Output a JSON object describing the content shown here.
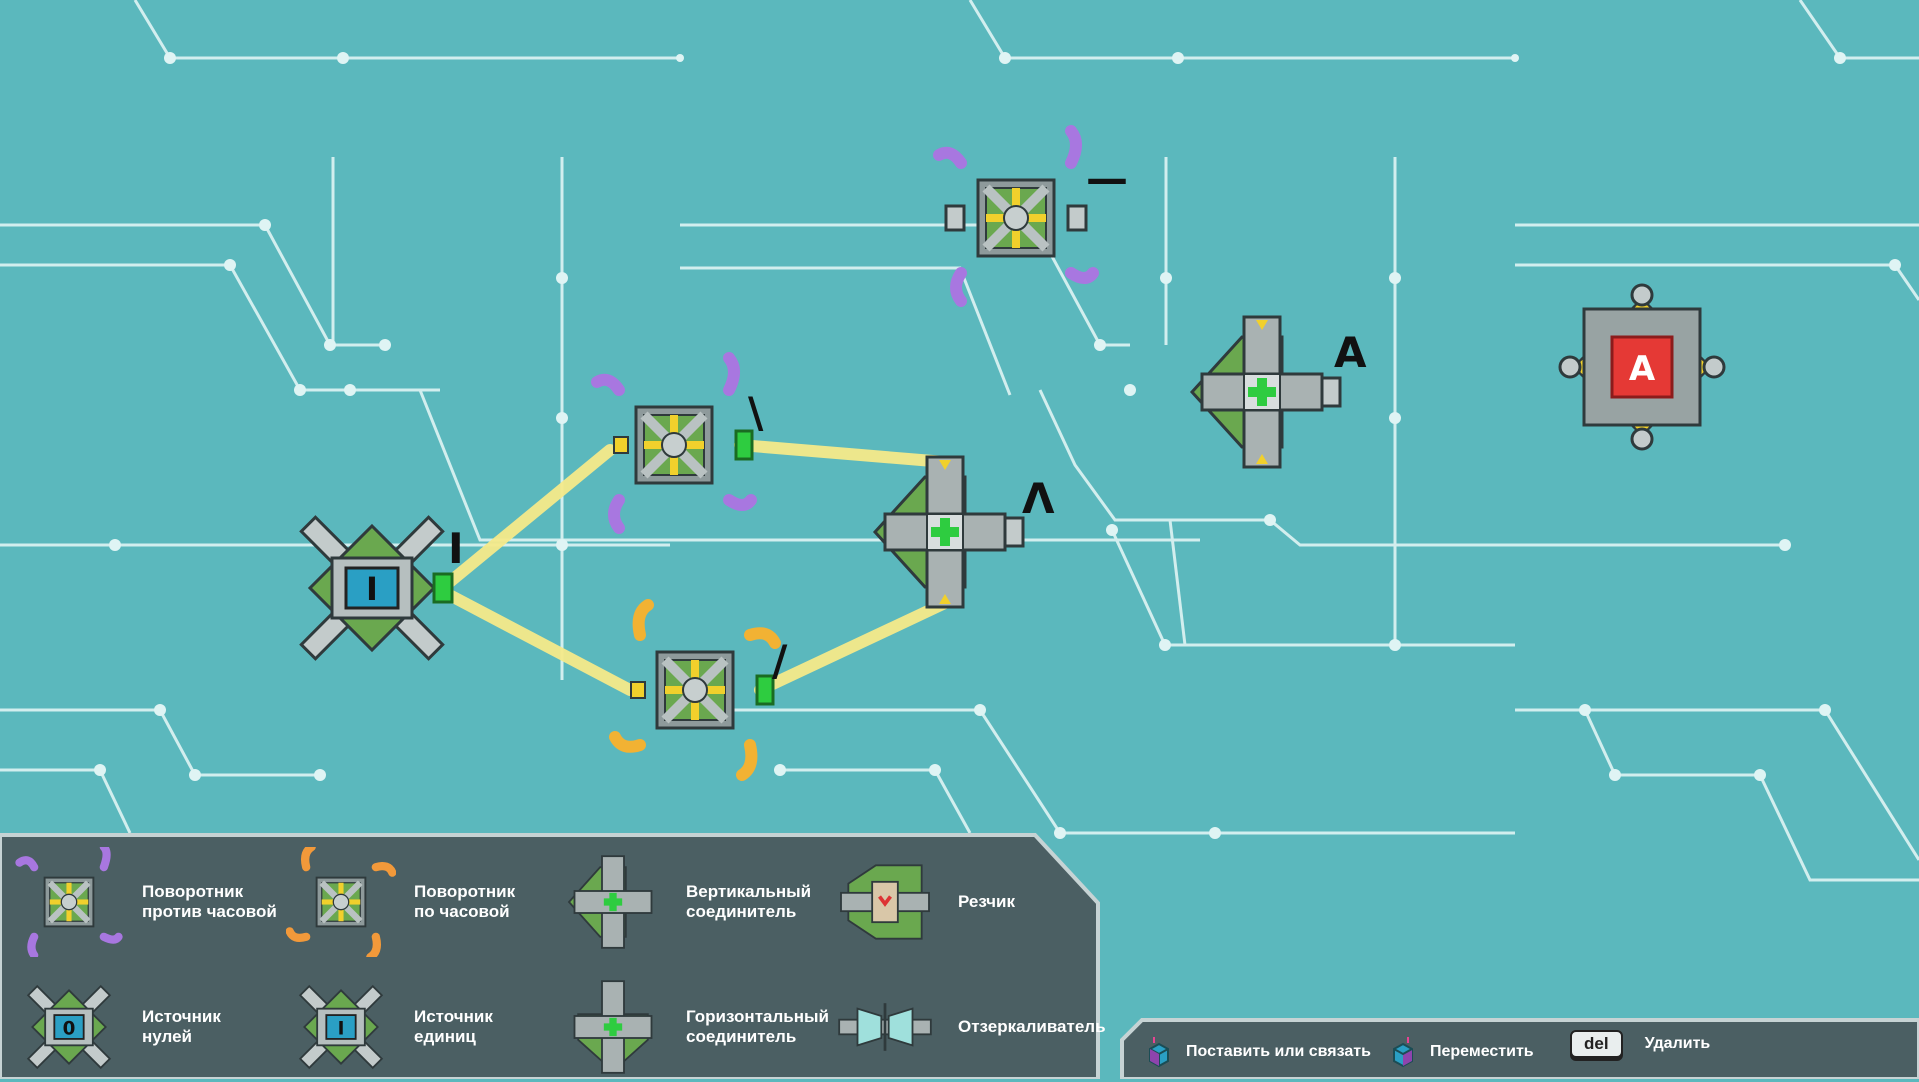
{
  "board": {
    "source_ones_value": "I",
    "target_value": "A",
    "labels": {
      "source": "I",
      "ccw_rotator_lower": "\\",
      "cw_rotator": "/",
      "vertical_joiner_lower": "Λ",
      "ccw_rotator_upper": "—",
      "vertical_joiner_upper": "A"
    }
  },
  "palette": {
    "items": [
      {
        "id": "ccw-rotator",
        "label_line1": "Поворотник",
        "label_line2": "против часовой"
      },
      {
        "id": "cw-rotator",
        "label_line1": "Поворотник",
        "label_line2": "по часовой"
      },
      {
        "id": "vertical-joiner",
        "label_line1": "Вертикальный",
        "label_line2": "соединитель"
      },
      {
        "id": "cutter",
        "label_line1": "Резчик",
        "label_line2": ""
      },
      {
        "id": "zero-source",
        "label_line1": "Источник",
        "label_line2": "нулей",
        "icon_value": "0"
      },
      {
        "id": "one-source",
        "label_line1": "Источник",
        "label_line2": "единиц",
        "icon_value": "I"
      },
      {
        "id": "horizontal-joiner",
        "label_line1": "Горизонтальный",
        "label_line2": "соединитель"
      },
      {
        "id": "mirror",
        "label_line1": "Отзеркаливатель",
        "label_line2": ""
      }
    ]
  },
  "controls": {
    "place": "Поставить или связать",
    "move": "Переместить",
    "delete_key": "del",
    "delete": "Удалить"
  },
  "colors": {
    "background": "#5bb8bd",
    "circuit": "#dff4f4",
    "beam": "#f5ea8a",
    "panel": "#4b5f63",
    "ccw_arms": "#a877e0",
    "cw_arms": "#f2b233",
    "green": "#6aa84f",
    "target_red": "#e53935",
    "source_blue": "#2a9fc4"
  }
}
